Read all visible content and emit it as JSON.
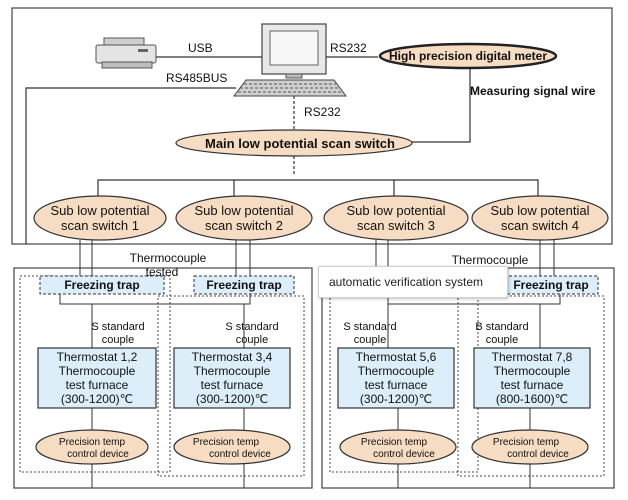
{
  "labels": {
    "usb": "USB",
    "rs232_top": "RS232",
    "rs485": "RS485BUS",
    "rs232_mid": "RS232",
    "meter": "High precision digital meter",
    "signal_wire": "Measuring signal wire",
    "main_switch": "Main low potential scan switch",
    "sub1_l1": "Sub low potential",
    "sub1_l2": "scan switch 1",
    "sub2_l1": "Sub low potential",
    "sub2_l2": "scan switch 2",
    "sub3_l1": "Sub low potential",
    "sub3_l2": "scan switch 3",
    "sub4_l1": "Sub low potential",
    "sub4_l2": "scan switch 4",
    "thermocouple_left": "Thermocouple",
    "tested_left": "tested",
    "thermocouple_right": "Thermocouple",
    "freeze1": "Freezing trap",
    "freeze2": "Freezing trap",
    "freeze4": "Freezing trap",
    "couple1_l1": "S standard",
    "couple1_l2": "couple",
    "couple2_l1": "S standard",
    "couple2_l2": "couple",
    "couple3_l1": "S standard",
    "couple3_l2": "couple",
    "couple4_l1": "B standard",
    "couple4_l2": "couple",
    "furnace1": [
      "Thermostat 1,2",
      "Thermocouple",
      "test furnace",
      "(300-1200)℃"
    ],
    "furnace2": [
      "Thermostat 3,4",
      "Thermocouple",
      "test furnace",
      "(300-1200)℃"
    ],
    "furnace3": [
      "Thermostat 5,6",
      "Thermocouple",
      "test furnace",
      "(300-1200)℃"
    ],
    "furnace4": [
      "Thermostat 7,8",
      "Thermocouple",
      "test furnace",
      "(800-1600)℃"
    ],
    "ctrl1_l1": "Precision temp",
    "ctrl1_l2": "control device",
    "ctrl2_l1": "Precision temp",
    "ctrl2_l2": "control device",
    "ctrl3_l1": "Precision temp",
    "ctrl3_l2": "control device",
    "ctrl4_l1": "Precision temp",
    "ctrl4_l2": "control device"
  },
  "tooltip": "automatic verification system",
  "colors": {
    "oval": "#f6dcc2",
    "box": "#dceefa",
    "line": "#333333"
  }
}
